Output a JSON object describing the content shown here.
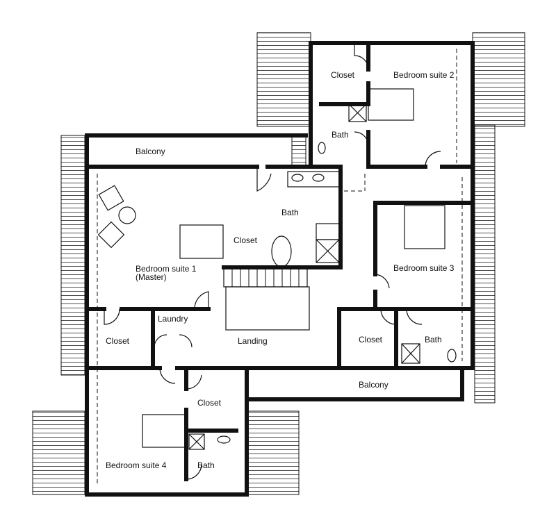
{
  "plan": {
    "rooms": {
      "balcony_top": "Balcony",
      "closet_suite2": "Closet",
      "bedroom_suite2": "Bedroom suite 2",
      "bath_suite2": "Bath",
      "bath_master": "Bath",
      "closet_master": "Closet",
      "bedroom_suite1": "Bedroom suite 1",
      "bedroom_suite1_sub": "(Master)",
      "bedroom_suite3": "Bedroom suite 3",
      "laundry": "Laundry",
      "closet_left": "Closet",
      "landing": "Landing",
      "closet_suite3": "Closet",
      "bath_suite3": "Bath",
      "balcony_bottom": "Balcony",
      "closet_suite4": "Closet",
      "bedroom_suite4": "Bedroom suite 4",
      "bath_suite4": "Bath"
    }
  }
}
